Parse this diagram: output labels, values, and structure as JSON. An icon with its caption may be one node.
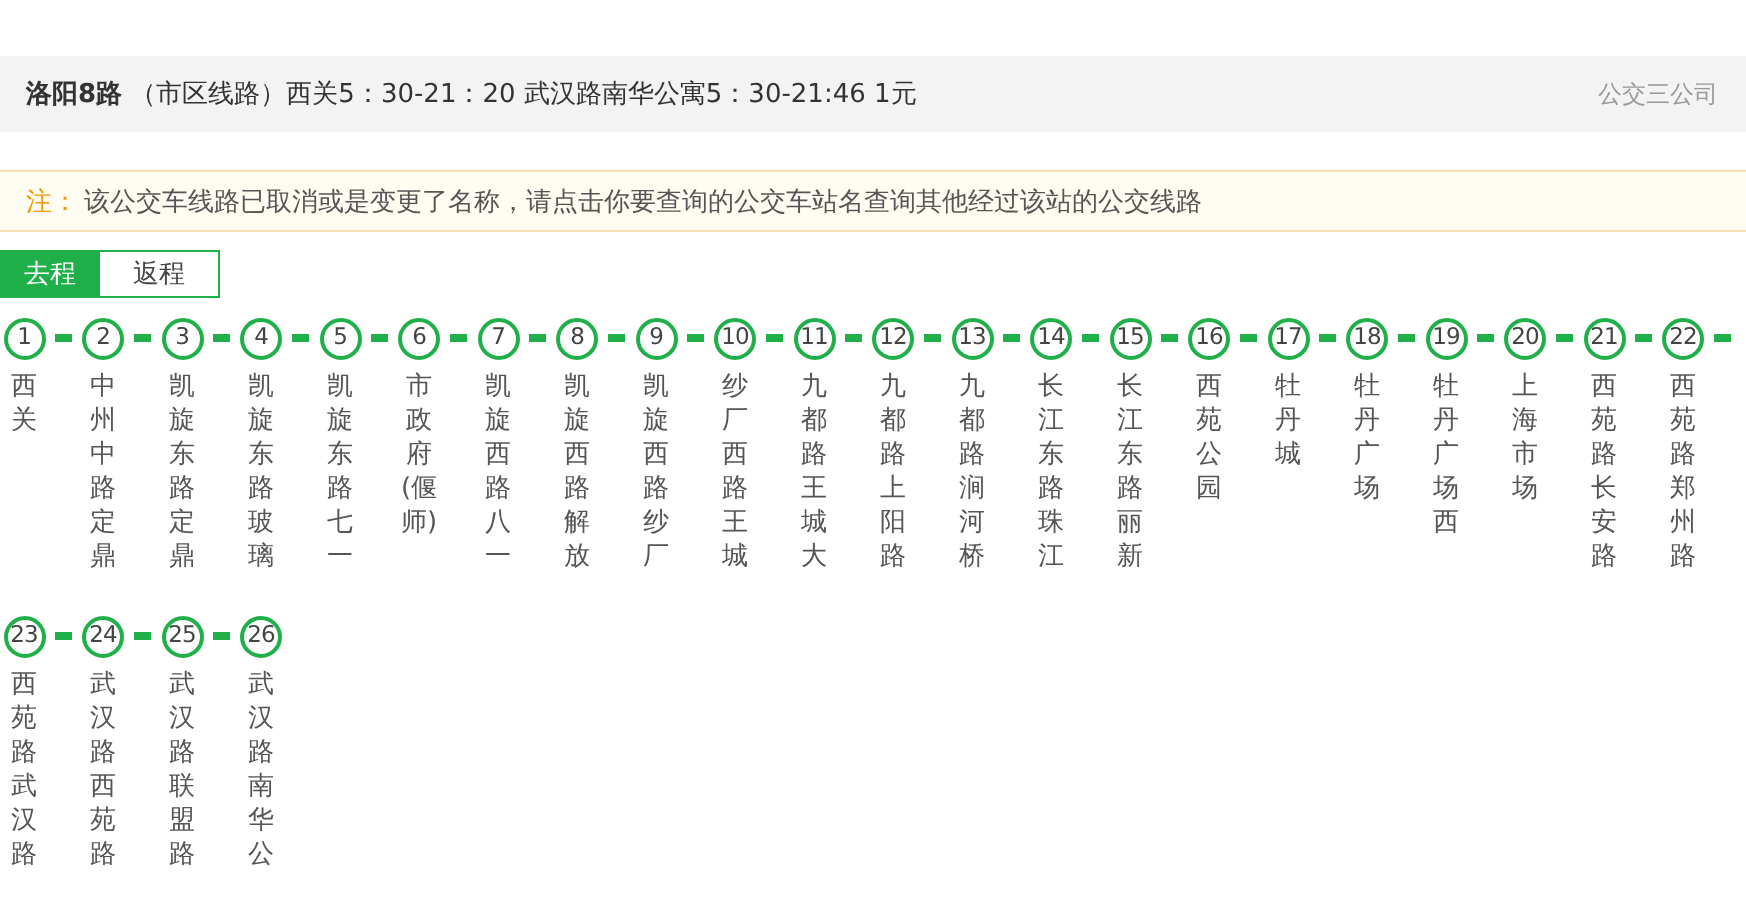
{
  "diagram": {
    "title": "**洛阳8路** （市区线路）西关5：30-21：20 武汉路南华公寓5：30-21:46 1元",
    "nodes": [
      {
        "text": [
          "1"
        ],
        "beside": [
          "西关"
        ]
      },
      {
        "text": [
          "2"
        ],
        "beside": [
          "中州中路定鼎"
        ]
      },
      {
        "text": [
          "3"
        ],
        "beside": [
          "凯旋东路定鼎"
        ]
      },
      {
        "text": [
          "4"
        ],
        "beside": [
          "凯旋东路玻璃"
        ]
      },
      {
        "text": [
          "5"
        ],
        "beside": [
          "凯旋东路七一"
        ]
      },
      {
        "text": [
          "6"
        ],
        "beside": [
          "市政府(偃师)"
        ]
      },
      {
        "text": [
          "7"
        ],
        "beside": [
          "凯旋西路八一"
        ]
      },
      {
        "text": [
          "8"
        ],
        "beside": [
          "凯旋西路解放"
        ]
      },
      {
        "text": [
          "9"
        ],
        "beside": [
          "凯旋西路纱厂"
        ]
      },
      {
        "text": [
          "10"
        ],
        "beside": [
          "纱厂西路王城"
        ]
      },
      {
        "text": [
          "11"
        ],
        "beside": [
          "九都路王城大"
        ]
      },
      {
        "text": [
          "12"
        ],
        "beside": [
          "九都路上阳路"
        ]
      },
      {
        "text": [
          "13"
        ],
        "beside": [
          "九都路涧河桥"
        ]
      },
      {
        "text": [
          "14"
        ],
        "beside": [
          "长江东路珠江"
        ]
      },
      {
        "text": [
          "15"
        ],
        "beside": [
          "长江东路丽新"
        ]
      },
      {
        "text": [
          "16"
        ],
        "beside": [
          "西苑公园"
        ]
      },
      {
        "text": [
          "17"
        ],
        "beside": [
          "牡丹城"
        ]
      },
      {
        "text": [
          "18"
        ],
        "beside": [
          "牡丹广场"
        ]
      },
      {
        "text": [
          "19"
        ],
        "beside": [
          "牡丹广场西"
        ]
      },
      {
        "text": [
          "20"
        ],
        "beside": [
          "上海市场"
        ]
      },
      {
        "text": [
          "21"
        ],
        "beside": [
          "西苑路长安路"
        ]
      },
      {
        "text": [
          "22"
        ],
        "beside": [
          "西苑路郑州路"
        ]
      },
      {
        "text": [
          "23"
        ],
        "beside": [
          "西苑路武汉路"
        ]
      },
      {
        "text": [
          "24"
        ],
        "beside": [
          "武汉路西苑路"
        ]
      },
      {
        "text": [
          "25"
        ],
        "beside": [
          "武汉路联盟路"
        ]
      },
      {
        "text": [
          "26"
        ],
        "beside": [
          "武汉路南华公"
        ]
      }
    ],
    "edges": [
      {
        "from": 0,
        "to": 1,
        "arrow": "none"
      },
      {
        "from": 1,
        "to": 2,
        "arrow": "none"
      },
      {
        "from": 2,
        "to": 3,
        "arrow": "none"
      },
      {
        "from": 3,
        "to": 4,
        "arrow": "none"
      },
      {
        "from": 4,
        "to": 5,
        "arrow": "none"
      },
      {
        "from": 5,
        "to": 6,
        "arrow": "none"
      },
      {
        "from": 6,
        "to": 7,
        "arrow": "none"
      },
      {
        "from": 7,
        "to": 8,
        "arrow": "none"
      },
      {
        "from": 8,
        "to": 9,
        "arrow": "none"
      },
      {
        "from": 9,
        "to": 10,
        "arrow": "none"
      },
      {
        "from": 10,
        "to": 11,
        "arrow": "none"
      },
      {
        "from": 11,
        "to": 12,
        "arrow": "none"
      },
      {
        "from": 12,
        "to": 13,
        "arrow": "none"
      },
      {
        "from": 13,
        "to": 14,
        "arrow": "none"
      },
      {
        "from": 14,
        "to": 15,
        "arrow": "none"
      },
      {
        "from": 15,
        "to": 16,
        "arrow": "none"
      },
      {
        "from": 16,
        "to": 17,
        "arrow": "none"
      },
      {
        "from": 17,
        "to": 18,
        "arrow": "none"
      },
      {
        "from": 18,
        "to": 19,
        "arrow": "none"
      },
      {
        "from": 19,
        "to": 20,
        "arrow": "none"
      },
      {
        "from": 20,
        "to": 21,
        "arrow": "none"
      },
      {
        "from": 21,
        "to": null,
        "arrow": "none"
      },
      {
        "from": 22,
        "to": 23,
        "arrow": "none"
      },
      {
        "from": 23,
        "to": 24,
        "arrow": "none"
      },
      {
        "from": 24,
        "to": 25,
        "arrow": "none"
      }
    ],
    "labels": [
      "公交三公司",
      "注：",
      "该公交车线路已取消或是变更了名称，请点击你要查询的公交车站名查询其他经过该站的公交线路",
      "去程",
      "返程"
    ]
  }
}
